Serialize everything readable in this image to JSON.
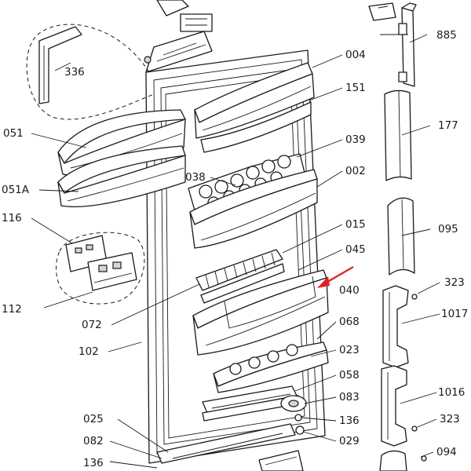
{
  "diagram": {
    "accent_arrow_color": "#e02020",
    "labels": {
      "p885": "885",
      "p336": "336",
      "p004": "004",
      "p151": "151",
      "p177": "177",
      "p051": "051",
      "p039": "039",
      "p038": "038",
      "p002": "002",
      "p051a": "051A",
      "p116": "116",
      "p015": "015",
      "p095": "095",
      "p045": "045",
      "p323a": "323",
      "p040": "040",
      "p1017": "1017",
      "p112": "112",
      "p072": "072",
      "p068": "068",
      "p102": "102",
      "p023": "023",
      "p058": "058",
      "p083": "083",
      "p1016": "1016",
      "p025": "025",
      "p136a": "136",
      "p323b": "323",
      "p029": "029",
      "p082": "082",
      "p094": "094",
      "p136b": "136"
    }
  }
}
